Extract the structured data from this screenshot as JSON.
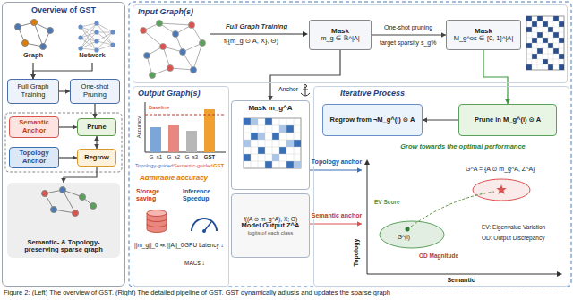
{
  "diagram": {
    "caption": "Figure 2: (Left) The overview of GST. (Right) The detailed pipeline of GST. GST dynamically adjusts and updates the sparse graph",
    "nodes": [
      {
        "text": [
          "Overview of GST"
        ]
      },
      {
        "text": [
          "Graph"
        ],
        "in": 0
      },
      {
        "text": [
          "Network"
        ],
        "in": 0
      },
      {
        "text": [
          "Full Graph Training"
        ],
        "in": 0
      },
      {
        "text": [
          "One-shot Pruning"
        ],
        "in": 0
      },
      {
        "text": [
          "Semantic Anchor"
        ],
        "in": 0
      },
      {
        "text": [
          "Topology Anchor"
        ],
        "in": 0
      },
      {
        "text": [
          "Prune"
        ],
        "in": 0
      },
      {
        "text": [
          "Regrow"
        ],
        "in": 0
      },
      {
        "text": [
          "Semantic- & Topology-preserving sparse graph"
        ],
        "in": 0
      },
      {
        "text": [
          "Input Graph(s)"
        ]
      },
      {
        "text": [
          "Mask",
          "m_g ∈ ℝ^|A|"
        ],
        "in": 10
      },
      {
        "text": [
          "Mask",
          "M_g^os ∈ {0, 1}^|A|"
        ],
        "in": 10
      },
      {
        "text": [
          "Output Graph(s)"
        ]
      },
      {
        "text": [
          "Mask m_g^A"
        ]
      },
      {
        "text": [
          "f((A ⊙ m_g^A), X; Θ)",
          "Model Output Z^A",
          "logits of each class"
        ]
      },
      {
        "text": [
          "Iterative Process"
        ]
      },
      {
        "text": [
          "Regrow from ¬M_g^(i) ⊙ A"
        ],
        "in": 16
      },
      {
        "text": [
          "Prune in M_g^(i) ⊙ A"
        ],
        "in": 16
      },
      {
        "text": [
          "Grow towards the optimal performance"
        ],
        "in": 16
      }
    ],
    "edges": [
      {
        "from": 1,
        "to": 3,
        "arrow": "to"
      },
      {
        "from": 2,
        "to": 3,
        "arrow": "to"
      },
      {
        "from": 3,
        "to": 4,
        "arrow": "to"
      },
      {
        "from": 4,
        "to": 7,
        "arrow": "to"
      },
      {
        "from": 7,
        "to": 8,
        "arrow": "both"
      },
      {
        "from": 5,
        "to": 7,
        "arrow": "to"
      },
      {
        "from": 6,
        "to": 8,
        "arrow": "to"
      },
      {
        "from": 8,
        "to": 9,
        "arrow": "to"
      },
      {
        "from": 11,
        "to": 12,
        "arrow": "to",
        "label": "One-shot pruning"
      },
      {
        "from": 11,
        "to": 14,
        "arrow": "to",
        "label": "Anchor"
      },
      {
        "from": 18,
        "to": 17,
        "arrow": "to"
      },
      {
        "from": 12,
        "to": 18,
        "arrow": "to"
      },
      {
        "from": 14,
        "to": 19,
        "arrow": "to",
        "label": "Topology anchor"
      },
      {
        "from": 15,
        "to": 19,
        "arrow": "to",
        "label": "Semantic anchor"
      }
    ],
    "labels": [
      "Full Graph Training",
      "f({m_g ⊙ A, X}, Θ)",
      "target sparsity s_g%",
      "Accuracy",
      "Baseline",
      "G_s1",
      "G_s2",
      "G_s3",
      "GST",
      "Topology-guided",
      "Semantic-guided",
      "GST",
      "Admirable accuracy",
      "Storage saving",
      "Inference Speedup",
      "||m_g||_0 ≪ ||A||_0",
      "GPU Latency ↓",
      "MACs ↓",
      "Topology",
      "Semantic",
      "G^A = {A ⊙ m_g^A, Z^A}",
      "G^(i)",
      "EV Score",
      "OD Magnitude",
      "EV: Eigenvalue Variation",
      "OD: Output Discrepancy"
    ]
  }
}
